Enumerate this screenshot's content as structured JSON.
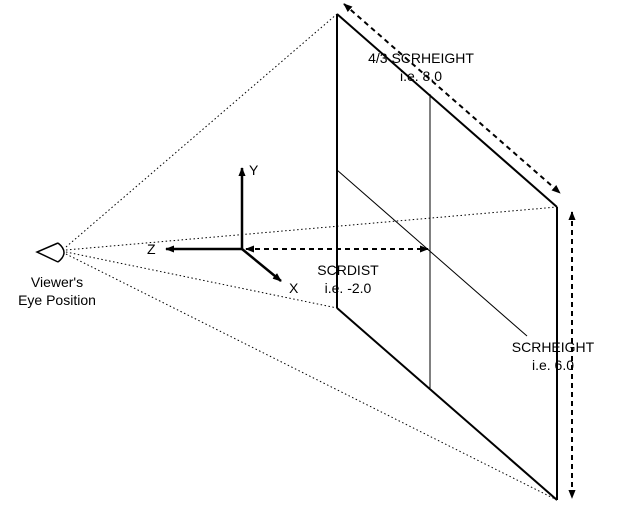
{
  "colors": {
    "ink": "#000000",
    "background": "#ffffff"
  },
  "axes": {
    "y": "Y",
    "z": "Z",
    "x": "X"
  },
  "eye": {
    "icon": "eye-icon",
    "line1": "Viewer's",
    "line2": "Eye Position"
  },
  "width_label": {
    "line1": "4/3 SCRHEIGHT",
    "line2": "i.e. 8.0"
  },
  "dist_label": {
    "line1": "SCRDIST",
    "line2": "i.e. -2.0"
  },
  "height_label": {
    "line1": "SCRHEIGHT",
    "line2": "i.e. 6.0"
  }
}
